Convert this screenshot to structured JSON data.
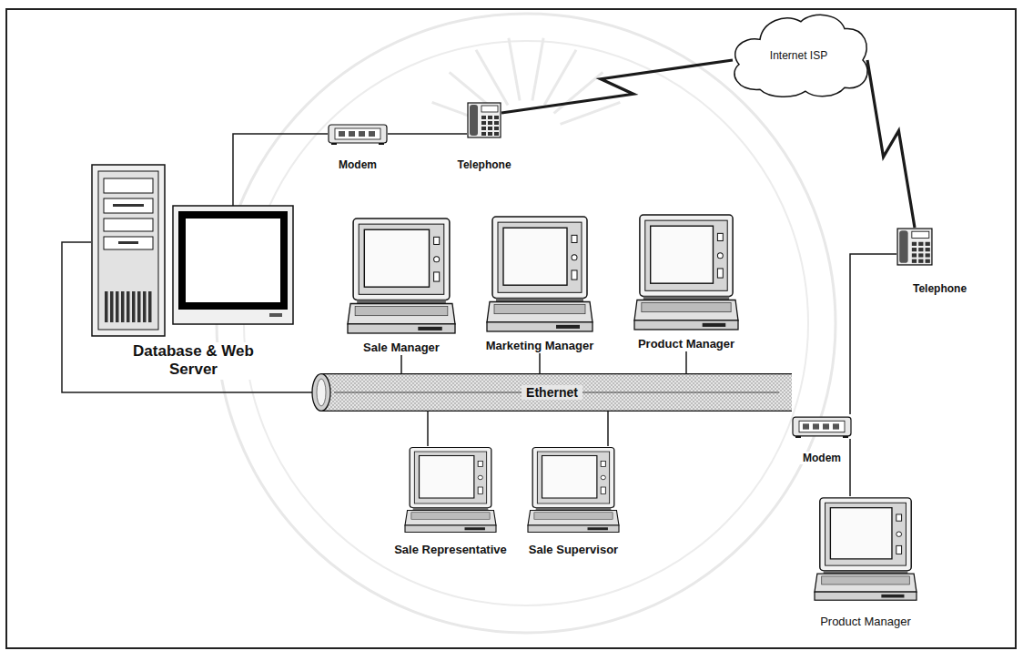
{
  "diagram": {
    "nodes": [
      {
        "text": [
          "Database & Web Server"
        ]
      },
      {
        "text": [
          "Modem"
        ]
      },
      {
        "text": [
          "Telephone"
        ]
      },
      {
        "text": [
          "Internet ISP"
        ]
      },
      {
        "text": [
          "Telephone"
        ]
      },
      {
        "text": [
          "Modem"
        ]
      },
      {
        "text": [
          "Product Manager"
        ]
      },
      {
        "text": [
          "Sale Manager"
        ]
      },
      {
        "text": [
          "Marketing Manager"
        ]
      },
      {
        "text": [
          "Product Manager"
        ]
      },
      {
        "text": [
          "Ethernet"
        ]
      },
      {
        "text": [
          "Sale Representative"
        ]
      },
      {
        "text": [
          "Sale Supervisor"
        ]
      }
    ],
    "edges": [
      {
        "from": 0,
        "to": 1,
        "arrow": "none"
      },
      {
        "from": 1,
        "to": 2,
        "arrow": "none"
      },
      {
        "from": 2,
        "to": 3,
        "arrow": "none"
      },
      {
        "from": 3,
        "to": 4,
        "arrow": "none"
      },
      {
        "from": 4,
        "to": 5,
        "arrow": "none"
      },
      {
        "from": 5,
        "to": 6,
        "arrow": "none"
      },
      {
        "from": 0,
        "to": 10,
        "arrow": "none"
      },
      {
        "from": 7,
        "to": 10,
        "arrow": "none"
      },
      {
        "from": 8,
        "to": 10,
        "arrow": "none"
      },
      {
        "from": 9,
        "to": 10,
        "arrow": "none"
      },
      {
        "from": 11,
        "to": 10,
        "arrow": "none"
      },
      {
        "from": 12,
        "to": 10,
        "arrow": "none"
      }
    ]
  }
}
